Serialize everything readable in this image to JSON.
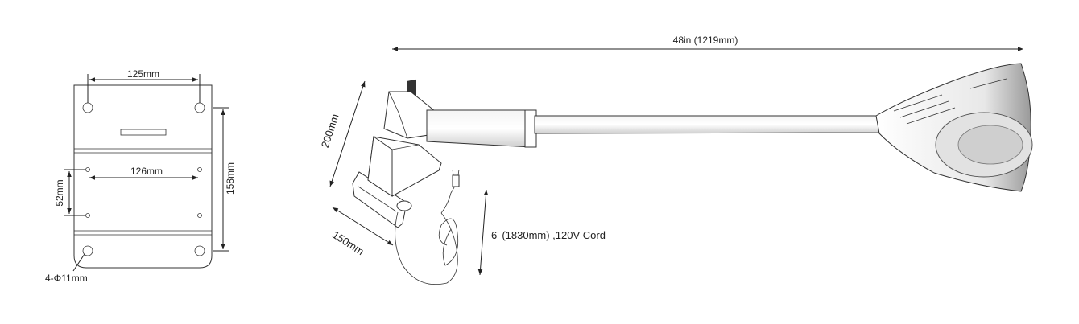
{
  "plate": {
    "top_width": "125mm",
    "inner_width": "126mm",
    "inner_height": "52mm",
    "total_height": "158mm",
    "holes": "4-Φ11mm"
  },
  "fixture": {
    "length": "48in  (1219mm)",
    "arm_height": "200mm",
    "base_depth": "150mm",
    "cord": "6'  (1830mm)  ,120V Cord"
  }
}
